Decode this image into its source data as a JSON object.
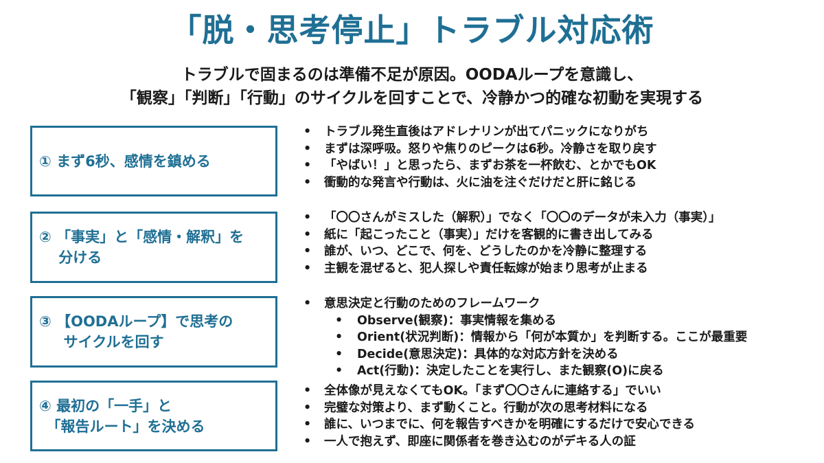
{
  "title": "「脱・思考停止」トラブル対応術",
  "subtitle": {
    "line1": "トラブルで固まるのは準備不足が原因。OODAループを意識し、",
    "line2": "「観察」「判断」「行動」のサイクルを回すことで、冷静かつ的確な初動を実現する"
  },
  "sections": [
    {
      "label": "① まず6秒、感情を鎮める",
      "bullets": [
        "トラブル発生直後はアドレナリンが出てパニックになりがち",
        "まずは深呼吸。怒りや焦りのピークは6秒。冷静さを取り戻す",
        "「やばい！」と思ったら、まずお茶を一杯飲む、とかでもOK",
        "衝動的な発言や行動は、火に油を注ぐだけだと肝に銘じる"
      ]
    },
    {
      "label": "② 「事実」と「感情・解釈」を\n　 分ける",
      "bullets": [
        "「〇〇さんがミスした（解釈）」でなく「〇〇のデータが未入力（事実）」",
        "紙に「起こったこと（事実）」だけを客観的に書き出してみる",
        "誰が、いつ、どこで、何を、どうしたのかを冷静に整理する",
        "主観を混ぜると、犯人探しや責任転嫁が始まり思考が止まる"
      ]
    },
    {
      "label": "③ 【OODAループ】で思考の\n　  サイクルを回す",
      "bullets": [
        "意思決定と行動のためのフレームワーク"
      ],
      "sub_bullets": [
        "Observe(観察)：事実情報を集める",
        "Orient(状況判断)：情報から「何が本質か」を判断する。ここが最重要",
        "Decide(意思決定)：具体的な対応方針を決める",
        "Act(行動)：決定したことを実行し、また観察(O)に戻る"
      ]
    },
    {
      "label": "④ 最初の「一手」と\n　「報告ルート」を決める",
      "bullets": [
        "全体像が見えなくてもOK。「まず〇〇さんに連絡する」でいい",
        "完璧な対策より、まず動くこと。行動が次の思考材料になる",
        "誰に、いつまでに、何を報告すべきかを明確にするだけで安心できる",
        "一人で抱えず、即座に関係者を巻き込むのがデキる人の証"
      ]
    }
  ],
  "colors": {
    "accent": "#1f6f94",
    "text": "#1a1a1a"
  }
}
